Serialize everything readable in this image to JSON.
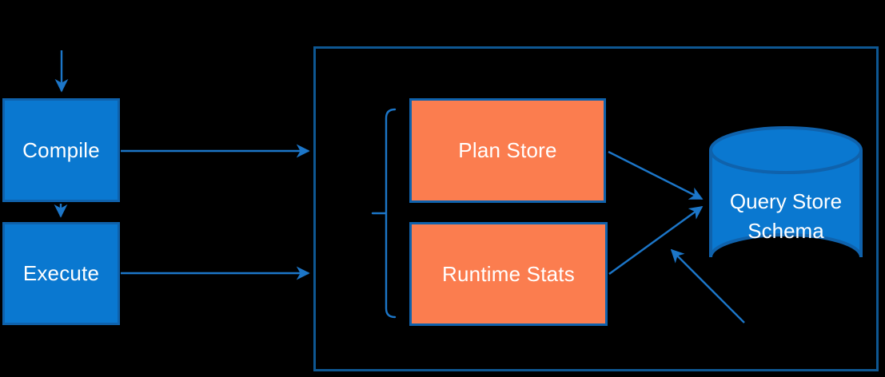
{
  "diagram": {
    "nodes": {
      "compile": {
        "label": "Compile"
      },
      "execute": {
        "label": "Execute"
      },
      "plan_store": {
        "label": "Plan Store"
      },
      "runtime_stats": {
        "label": "Runtime Stats"
      },
      "query_store_schema": {
        "label": "Query Store Schema"
      }
    },
    "colors": {
      "background": "#000000",
      "node_fill_blue": "#0a78d0",
      "node_fill_orange": "#fb7d4f",
      "node_border": "#0f62ac",
      "connector": "#1c76c8",
      "container_border": "#0e5792",
      "text": "#ffffff"
    }
  }
}
